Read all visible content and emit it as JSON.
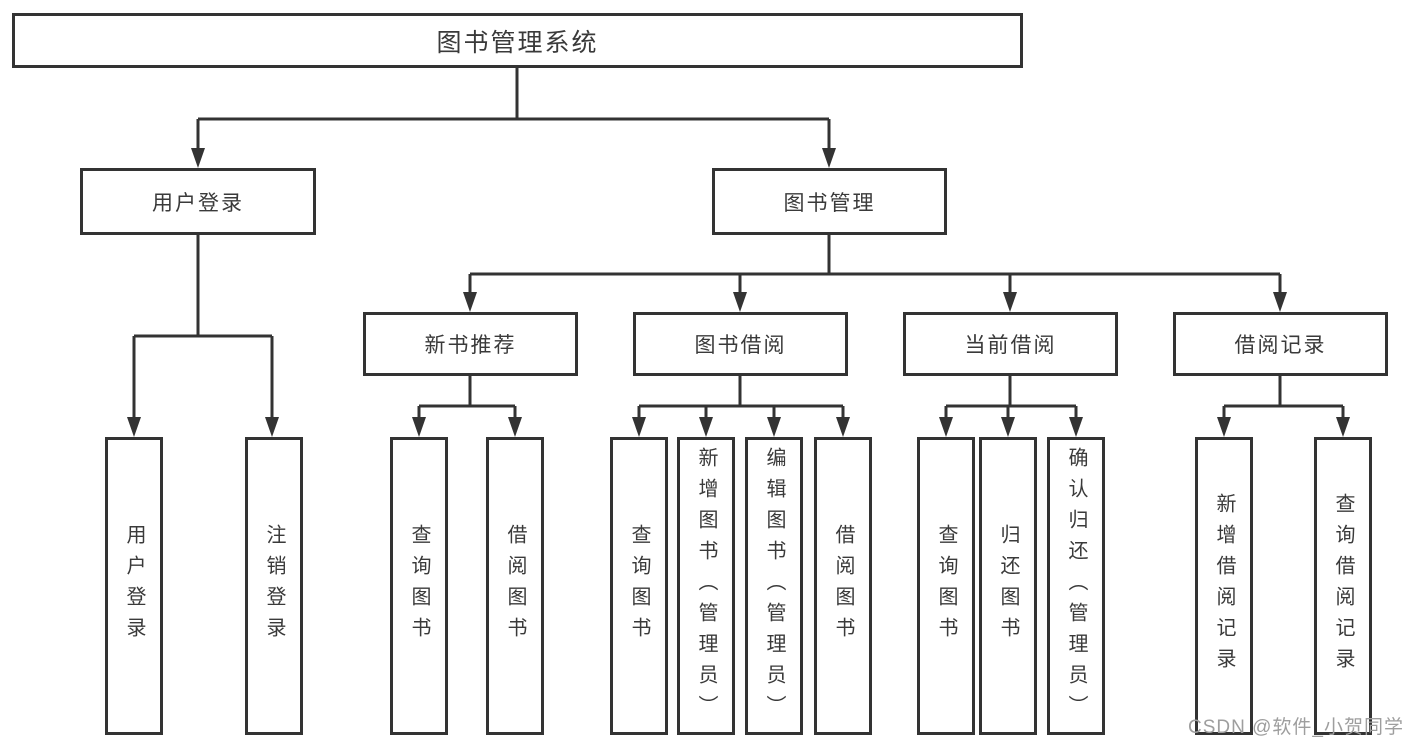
{
  "diagram_title": "图书管理系统",
  "colors": {
    "line": "#333333",
    "text": "#3a3a3a",
    "background": "#ffffff",
    "watermark": "#9e9e9e"
  },
  "tree": {
    "root": "图书管理系统",
    "children": [
      {
        "label": "用户登录",
        "leaves": [
          "用户登录",
          "注销登录"
        ]
      },
      {
        "label": "图书管理",
        "children": [
          {
            "label": "新书推荐",
            "leaves": [
              "查询图书",
              "借阅图书"
            ]
          },
          {
            "label": "图书借阅",
            "leaves": [
              "查询图书",
              "新增图书（管理员）",
              "编辑图书（管理员）",
              "借阅图书"
            ]
          },
          {
            "label": "当前借阅",
            "leaves": [
              "查询图书",
              "归还图书",
              "确认归还（管理员）"
            ]
          },
          {
            "label": "借阅记录",
            "leaves": [
              "新增借阅记录",
              "查询借阅记录"
            ]
          }
        ]
      }
    ]
  },
  "watermark": {
    "text": "CSDN @软件_小贺同学"
  }
}
